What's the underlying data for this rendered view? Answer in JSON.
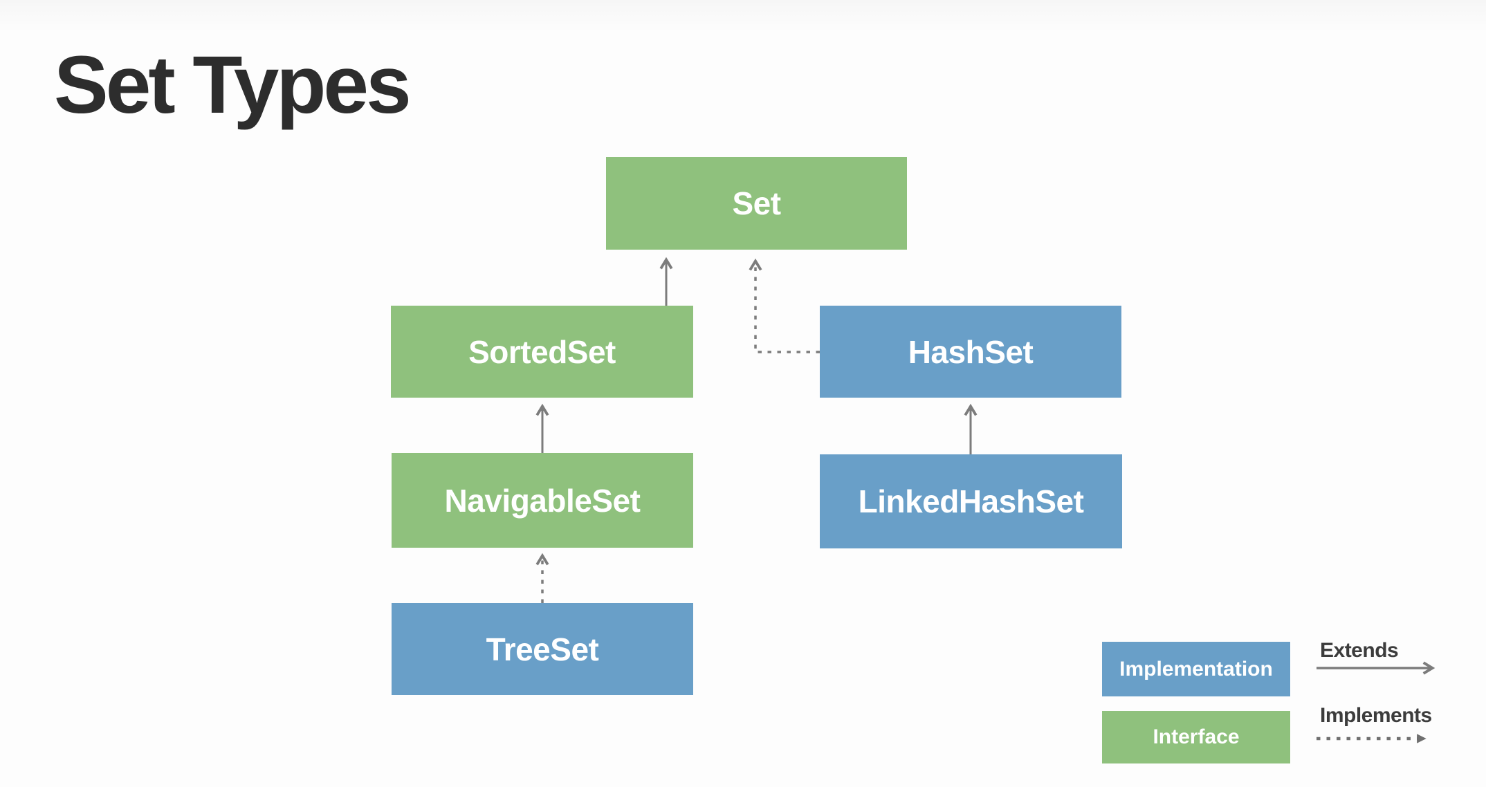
{
  "title": "Set Types",
  "colors": {
    "interface_green": "#8fc17d",
    "implementation_blue": "#699fc8",
    "arrow_gray": "#7c7c7c",
    "title_dark": "#2d2d2d",
    "legend_text": "#3c3c3c",
    "background": "#fdfdfd"
  },
  "nodes": {
    "set": {
      "label": "Set",
      "type": "interface"
    },
    "sortedset": {
      "label": "SortedSet",
      "type": "interface"
    },
    "hashset": {
      "label": "HashSet",
      "type": "implementation"
    },
    "navigableset": {
      "label": "NavigableSet",
      "type": "interface"
    },
    "linkedhashset": {
      "label": "LinkedHashSet",
      "type": "implementation"
    },
    "treeset": {
      "label": "TreeSet",
      "type": "implementation"
    }
  },
  "edges": [
    {
      "from": "SortedSet",
      "to": "Set",
      "relation": "extends",
      "style": "solid-arrow"
    },
    {
      "from": "HashSet",
      "to": "Set",
      "relation": "implements",
      "style": "dashed-arrow"
    },
    {
      "from": "NavigableSet",
      "to": "SortedSet",
      "relation": "extends",
      "style": "solid-arrow"
    },
    {
      "from": "LinkedHashSet",
      "to": "HashSet",
      "relation": "extends",
      "style": "solid-arrow"
    },
    {
      "from": "TreeSet",
      "to": "NavigableSet",
      "relation": "implements",
      "style": "dashed-arrow"
    }
  ],
  "legend": {
    "implementation_label": "Implementation",
    "interface_label": "Interface",
    "extends_label": "Extends",
    "implements_label": "Implements"
  }
}
